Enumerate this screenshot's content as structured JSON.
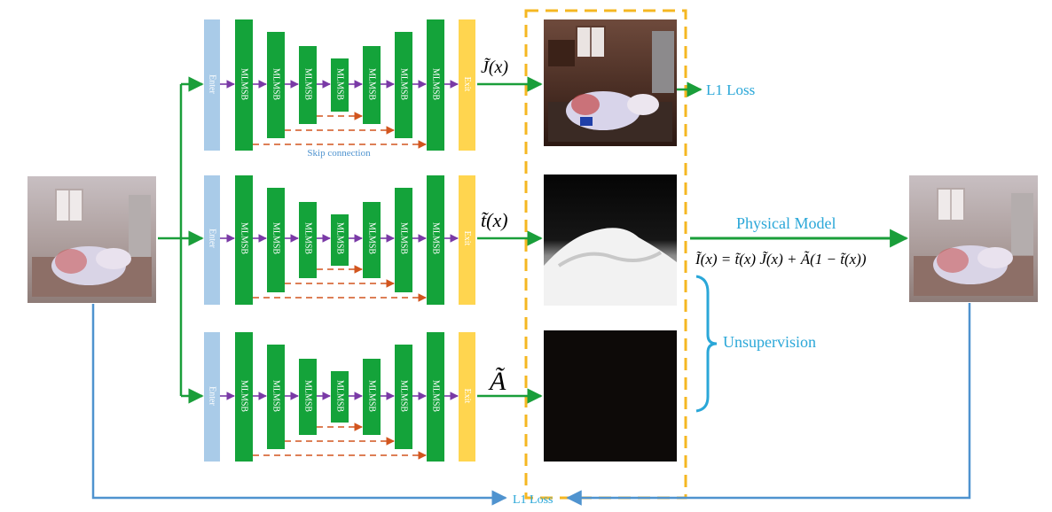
{
  "colors": {
    "enter_block": "#a9cbe8",
    "mlmsb_block": "#14a33a",
    "exit_block": "#ffd54f",
    "green_arrow": "#1a9e3a",
    "purple_arrow": "#7a3aa6",
    "skip_arrow": "#d2551e",
    "blue_line": "#4f93cf",
    "dashed_box": "#f5b722",
    "cyan_text": "#2aa7d8"
  },
  "blocks": {
    "enter": "Enter",
    "mlmsb": "MLMSB",
    "exit": "Exit"
  },
  "labels": {
    "skip_connection": "Skip connection",
    "l1_loss_top": "L1 Loss",
    "l1_loss_bottom": "L1 Loss",
    "physical_model": "Physical Model",
    "unsupervision": "Unsupervision"
  },
  "outputs": {
    "j": "J̃(x)",
    "t": "t̃(x)",
    "a": "Ã"
  },
  "equation": "Ĩ(x) = t̃(x) J̃(x) + Ã(1 − t̃(x))",
  "images": {
    "input": "hazy-kitchen-input",
    "j_output": "dehazed-kitchen",
    "t_output": "transmission-map",
    "a_output": "atmospheric-light-map",
    "reconstruction": "reconstructed-hazy-kitchen"
  }
}
